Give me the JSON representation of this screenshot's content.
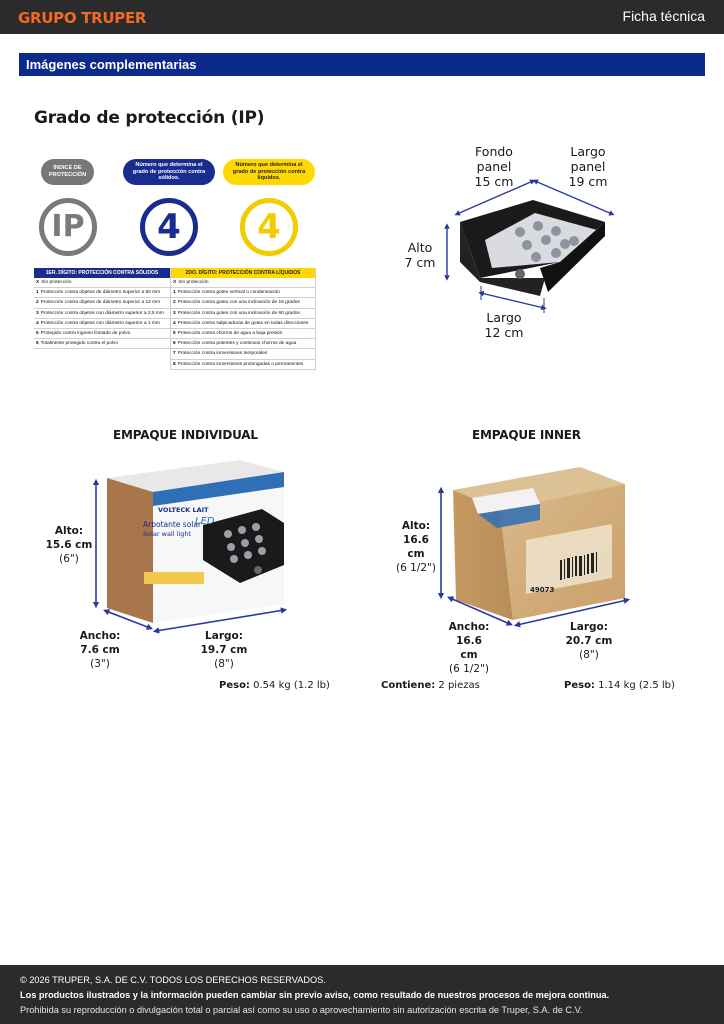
{
  "header": {
    "brand": "GRUPO TRUPER",
    "doc_type": "Ficha técnica"
  },
  "section": {
    "title": "Imágenes complementarias"
  },
  "ip": {
    "heading": "Grado de protección (IP)",
    "pill_index": "ÍNDICE DE PROTECCIÓN",
    "pill_solid": "Número que determina el grado de protección contra sólidos.",
    "pill_liquid": "Número que determina el grado de protección contra líquidos.",
    "code_prefix": "IP",
    "solid_digit": "4",
    "liquid_digit": "4",
    "solid_table": {
      "header": "1ER. DÍGITO: PROTECCIÓN CONTRA SÓLIDOS",
      "rows": [
        {
          "n": "X",
          "t": "Sin protección"
        },
        {
          "n": "1",
          "t": "Protección contra objetos de diámetro superior a 50 mm"
        },
        {
          "n": "2",
          "t": "Protección contra objetos de diámetro superior a 12 mm"
        },
        {
          "n": "3",
          "t": "Protección contra objetos con diámetro superior a 2,5 mm"
        },
        {
          "n": "4",
          "t": "Protección contra objetos con diámetro superior a 1 mm"
        },
        {
          "n": "5",
          "t": "Protegido contra ingreso limitado de polvo"
        },
        {
          "n": "6",
          "t": "Totalmente protegido contra el polvo"
        }
      ]
    },
    "liquid_table": {
      "header": "2DO. DÍGITO: PROTECCIÓN CONTRA LÍQUIDOS",
      "rows": [
        {
          "n": "X",
          "t": "Sin protección"
        },
        {
          "n": "1",
          "t": "Protección contra goteo vertical o condensación"
        },
        {
          "n": "2",
          "t": "Protección contra goteo con una inclinación de 15 grados"
        },
        {
          "n": "3",
          "t": "Protección contra goteo con una inclinación de 60 grados"
        },
        {
          "n": "4",
          "t": "Protección contra salpicaduras de gotas en todas direcciones"
        },
        {
          "n": "5",
          "t": "Protección contra chorros de agua a baja presión"
        },
        {
          "n": "6",
          "t": "Protección contra potentes y continuos chorros de agua"
        },
        {
          "n": "7",
          "t": "Protección contra inmersiones temporales"
        },
        {
          "n": "8",
          "t": "Protección contra inmersiones prolongadas o permanentes"
        }
      ]
    }
  },
  "product_dims": {
    "fondo": [
      "Fondo",
      "panel",
      "15 cm"
    ],
    "largo_panel": [
      "Largo",
      "panel",
      "19 cm"
    ],
    "alto": [
      "Alto",
      "7 cm"
    ],
    "largo": [
      "Largo",
      "12 cm"
    ]
  },
  "individual": {
    "title": "EMPAQUE INDIVIDUAL",
    "alto": {
      "label": "Alto:",
      "cm": "15.6 cm",
      "in": "(6\")"
    },
    "ancho": {
      "label": "Ancho:",
      "cm": "7.6 cm",
      "in": "(3\")"
    },
    "largo": {
      "label": "Largo:",
      "cm": "19.7 cm",
      "in": "(8\")"
    },
    "weight_label": "Peso:",
    "weight_value": "0.54 kg (1.2 lb)",
    "box_brand": "VOLTECK LAIT",
    "box_product": "Arbotante solar",
    "box_product_en": "Solar wall light",
    "box_led": "LED"
  },
  "inner": {
    "title": "EMPAQUE INNER",
    "alto": {
      "label": "Alto:",
      "cm": "16.6 cm",
      "in": "(6 1/2\")"
    },
    "ancho": {
      "label": "Ancho:",
      "cm": "16.6 cm",
      "in": "(6 1/2\")"
    },
    "largo": {
      "label": "Largo:",
      "cm": "20.7 cm",
      "in": "(8\")"
    },
    "contains_label": "Contiene:",
    "contains_value": "2 piezas",
    "weight_label": "Peso:",
    "weight_value": "1.14 kg (2.5 lb)",
    "box_code": "49073"
  },
  "footer": {
    "copyright": "© 2026 TRUPER, S.A. DE C.V. TODOS LOS DERECHOS RESERVADOS.",
    "notice": "Los productos ilustrados y la información pueden cambiar sin previo aviso, como resultado de nuestros procesos de mejora continua.",
    "legal": "Prohibida su reproducción o divulgación total o parcial así como su uso o aprovechamiento sin autorización escrita de Truper, S.A. de C.V."
  },
  "colors": {
    "brand_orange": "#f26a21",
    "section_blue": "#0b2a8c",
    "solid_blue": "#1a2d8f",
    "liquid_yellow": "#ffd800",
    "dimension_line": "#2a3a9a"
  }
}
